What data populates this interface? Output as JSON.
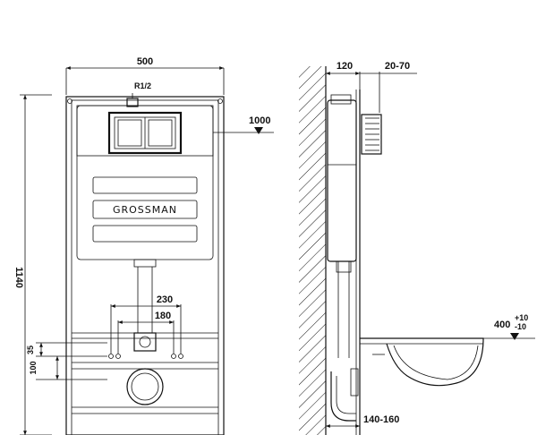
{
  "front_view": {
    "width_label": "500",
    "height_label": "1140",
    "thread_label": "R1/2",
    "brand_label": "GROSSMAN",
    "bolt_outer_label": "230",
    "bolt_inner_label": "180",
    "offset_top_label": "35",
    "offset_bottom_label": "100"
  },
  "side_view": {
    "depth_label": "120",
    "adjust_label": "20-70",
    "flush_height_label": "1000",
    "bowl_height_label": "400",
    "bowl_tol_plus": "+10",
    "bowl_tol_minus": "-10",
    "drain_label": "140-160"
  }
}
